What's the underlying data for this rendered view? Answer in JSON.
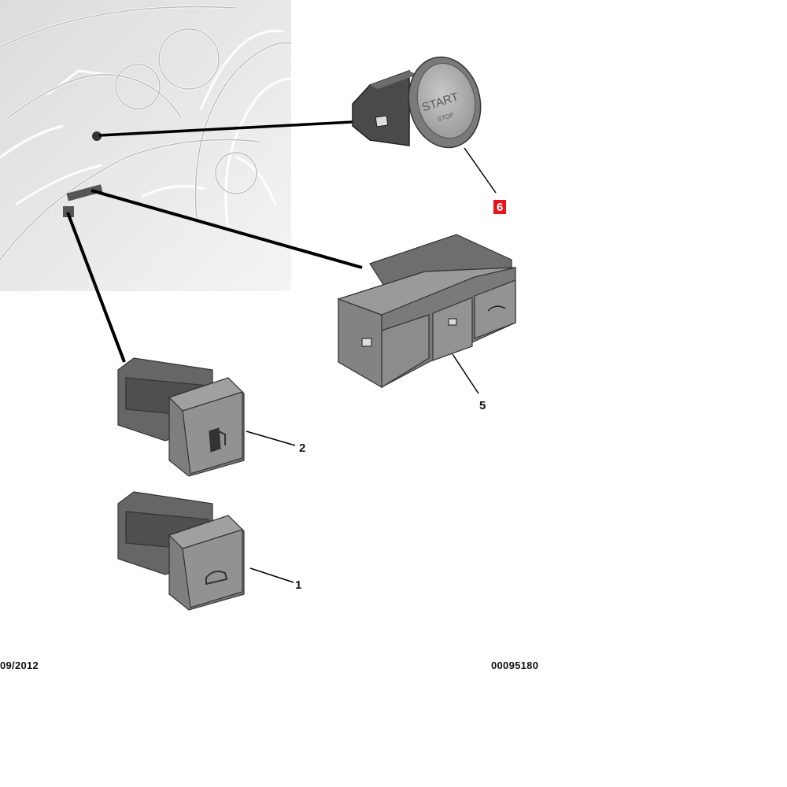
{
  "parts": [
    {
      "id": "start-stop-button",
      "callout": "6",
      "highlighted": true,
      "face_text": {
        "line1": "START",
        "line2": "STOP"
      }
    },
    {
      "id": "triple-switch-block",
      "callout": "5"
    },
    {
      "id": "fuel-door-switch",
      "callout": "2"
    },
    {
      "id": "trunk-release-switch",
      "callout": "1"
    }
  ],
  "footer": {
    "date": "09/2012",
    "reference": "00095180"
  },
  "colors": {
    "highlight": "#e8141c",
    "switch_body": "#8a8a8a",
    "switch_face": "#9a9a9a",
    "line": "#000000"
  }
}
